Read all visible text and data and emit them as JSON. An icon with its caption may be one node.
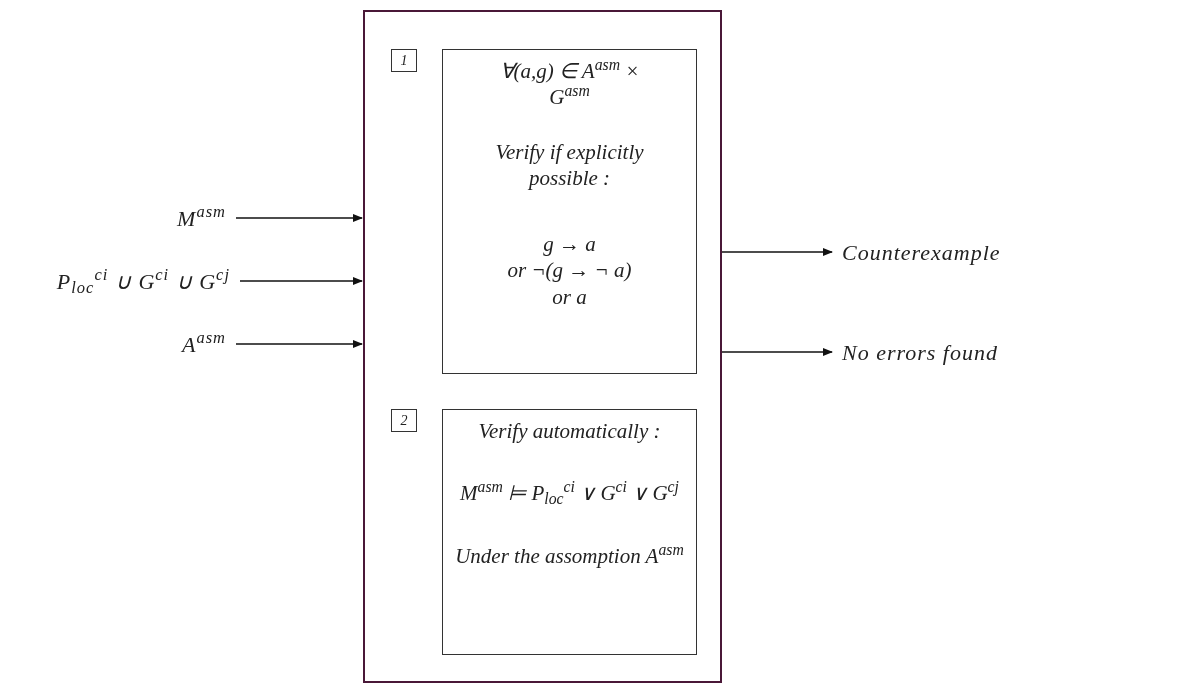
{
  "diagram": {
    "nodes": [
      {
        "text": [],
        "shape": "box"
      },
      {
        "text": [
          "1"
        ],
        "in": 0
      },
      {
        "text": [
          "∀(a,g) ∈ A$^{asm}$ × G$^{asm}$",
          "Verify if explicitly possible :",
          "g → a",
          "or ¬(g → ¬ a)",
          "or a"
        ],
        "in": 0
      },
      {
        "text": [
          "2"
        ],
        "in": 0
      },
      {
        "text": [
          "Verify automatically :",
          "M$^{asm}$ ⊨ P$_{loc}$$^{ci}$ ∨ G$^{ci}$ ∨ G$^{cj}$",
          "Under the assomption A$^{asm}$"
        ],
        "in": 0
      },
      {
        "text": [
          "M$^{asm}$"
        ]
      },
      {
        "text": [
          "P$_{loc}$$^{ci}$ ∪ G$^{ci}$ ∪ G$^{cj}$"
        ]
      },
      {
        "text": [
          "A$^{asm}$"
        ]
      },
      {
        "text": [
          "Counterexample"
        ]
      },
      {
        "text": [
          "No errors found"
        ]
      }
    ],
    "edges": [
      {
        "from": 5,
        "to": 0,
        "arrow": "to"
      },
      {
        "from": 6,
        "to": 0,
        "arrow": "to"
      },
      {
        "from": 7,
        "to": 0,
        "arrow": "to"
      },
      {
        "from": 0,
        "to": 8,
        "arrow": "to"
      },
      {
        "from": 0,
        "to": 9,
        "arrow": "to"
      }
    ]
  }
}
